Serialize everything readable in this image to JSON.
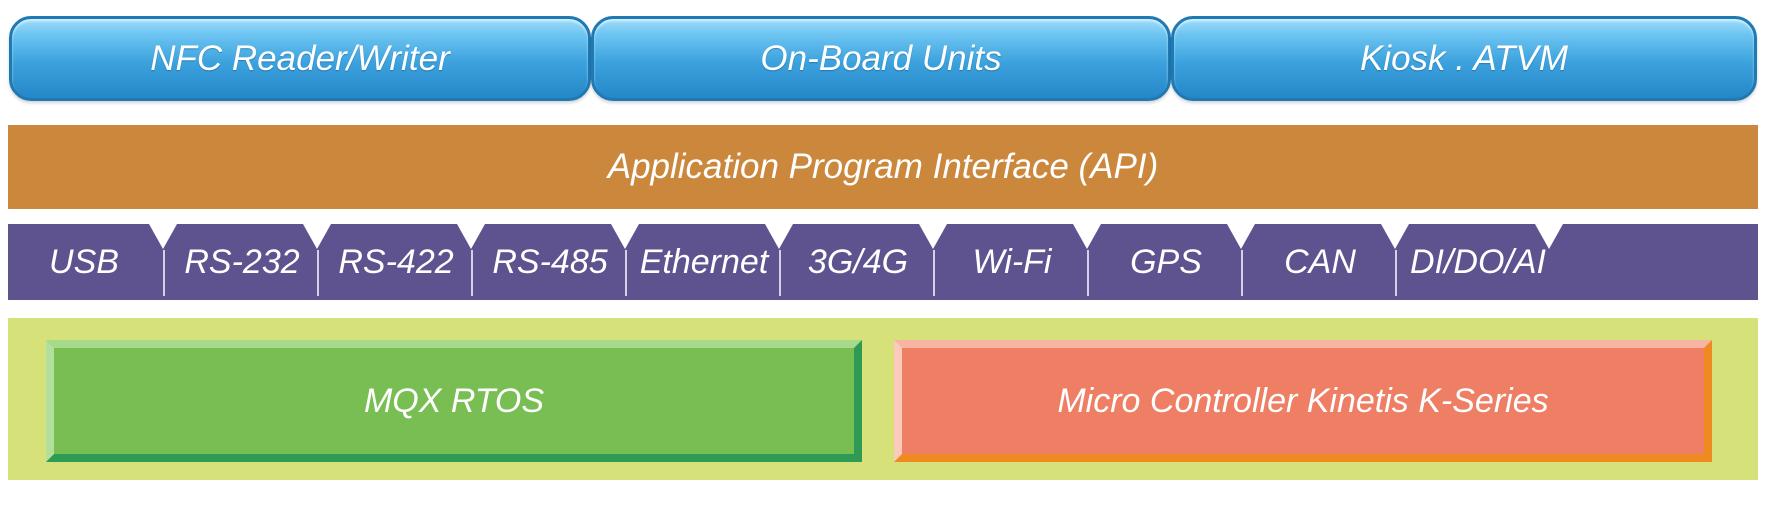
{
  "applications": [
    {
      "label": "NFC Reader/Writer"
    },
    {
      "label": "On-Board Units"
    },
    {
      "label": "Kiosk . ATVM"
    }
  ],
  "api": {
    "label": "Application Program Interface  (API)"
  },
  "interfaces": [
    {
      "label": "USB"
    },
    {
      "label": "RS-232"
    },
    {
      "label": "RS-422"
    },
    {
      "label": "RS-485"
    },
    {
      "label": "Ethernet"
    },
    {
      "label": "3G/4G"
    },
    {
      "label": "Wi-Fi"
    },
    {
      "label": "GPS"
    },
    {
      "label": "CAN"
    },
    {
      "label": "DI/DO/AI"
    }
  ],
  "platform": {
    "os": {
      "label": "MQX RTOS"
    },
    "hardware": {
      "label": "Micro Controller  Kinetis K-Series"
    }
  },
  "colors": {
    "application_tile": "#3ca2dd",
    "api_bar": "#cb883d",
    "interface_strip": "#5e538f",
    "platform_background": "#d7e17a",
    "os_block": "#79be52",
    "hardware_block": "#ee7e64"
  }
}
